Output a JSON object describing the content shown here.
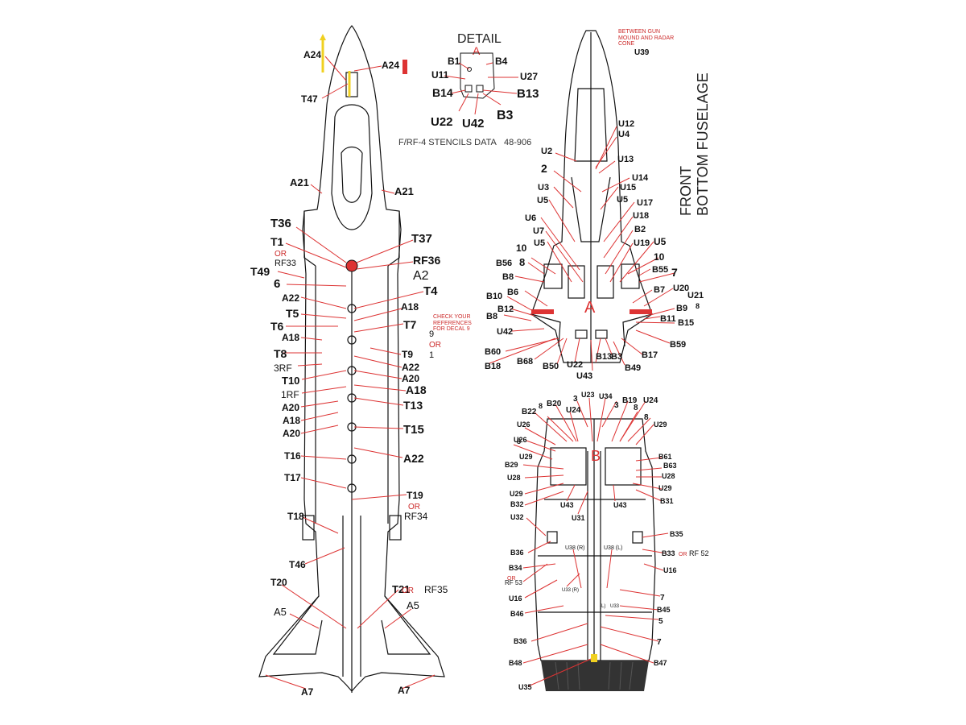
{
  "detail": {
    "title": "DETAIL",
    "marker": "A",
    "sheet_label": "F/RF-4 STENCILS DATA",
    "catalog": "48-906",
    "labels": [
      "B1",
      "B4",
      "U11",
      "U27",
      "B14",
      "B13",
      "U22",
      "U42",
      "B3"
    ]
  },
  "notes": {
    "gun_mound": "BETWEEN GUN MOUND AND RADAR CONE",
    "check_refs": "CHECK YOUR REFERENCES FOR DECAL 9"
  },
  "front_view": {
    "title_line1": "FRONT",
    "title_line2": "BOTTOM FUSELAGE",
    "marker": "A",
    "labels": [
      "U39",
      "U12",
      "U4",
      "U2",
      "U13",
      "2",
      "U14",
      "U3",
      "U15",
      "U5",
      "U5",
      "U17",
      "U18",
      "U6",
      "B2",
      "U7",
      "U19",
      "U5",
      "U5",
      "10",
      "10",
      "B56",
      "8",
      "B55",
      "7",
      "B8",
      "B10",
      "B6",
      "B7",
      "U20",
      "U21",
      "8",
      "B12",
      "B9",
      "B8",
      "B11",
      "U42",
      "B15",
      "B59",
      "B60",
      "B68",
      "B50",
      "U22",
      "B13",
      "B3",
      "B17",
      "B18",
      "B49",
      "U43"
    ]
  },
  "top_view": {
    "labels": [
      "A24",
      "A24",
      "T47",
      "A21",
      "A21",
      "T36",
      "T37",
      "T1",
      "OR",
      "RF33",
      "RF36",
      "T49",
      "A2",
      "6",
      "T4",
      "A22",
      "T5",
      "A18",
      "T6",
      "T7",
      "A18",
      "9",
      "OR",
      "1",
      "T8",
      "T9",
      "3RF",
      "A22",
      "T10",
      "A20",
      "1RF",
      "A18",
      "A20",
      "T13",
      "A18",
      "A20",
      "T15",
      "A22",
      "T16",
      "T17",
      "T19",
      "OR",
      "RF34",
      "T18",
      "T46",
      "T20",
      "T21",
      "OR",
      "RF35",
      "A5",
      "A5",
      "A7",
      "A7"
    ]
  },
  "rear_view": {
    "marker": "B",
    "labels": [
      "B22",
      "B20",
      "3",
      "U23",
      "U34",
      "3",
      "B19",
      "U24",
      "8",
      "U24",
      "8",
      "U26",
      "8",
      "U29",
      "8",
      "U26",
      "B29",
      "U29",
      "B61",
      "B63",
      "U28",
      "U28",
      "U29",
      "U29",
      "B32",
      "U43",
      "U43",
      "B31",
      "U31",
      "U32",
      "B35",
      "U38 (R)",
      "U38 (L)",
      "B36",
      "B33",
      "OR",
      "RF 52",
      "B34",
      "OR",
      "RF 53",
      "U16",
      "U33 (R)",
      "U16",
      "7",
      "(L)",
      "U33",
      "B46",
      "B45",
      "5",
      "B36",
      "7",
      "B48",
      "B47",
      "U35"
    ]
  }
}
